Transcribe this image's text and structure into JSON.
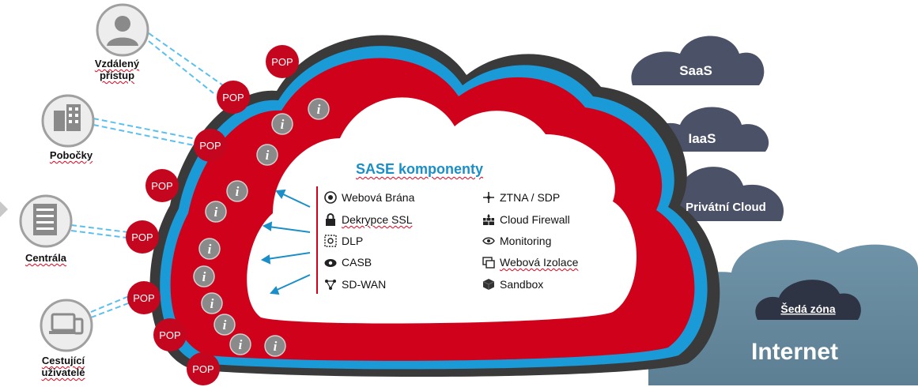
{
  "sites": [
    {
      "label_line1": "Vzdálený",
      "label_line2": "přístup",
      "icon": "user-icon"
    },
    {
      "label_line1": "Pobočky",
      "label_line2": "",
      "icon": "office-building-icon"
    },
    {
      "label_line1": "Centrála",
      "label_line2": "",
      "icon": "headquarters-building-icon"
    },
    {
      "label_line1": "Cestující",
      "label_line2": "uživatelé",
      "icon": "mobile-devices-icon"
    }
  ],
  "pop_label": "POP",
  "inspection_label": "i",
  "sase": {
    "title": "SASE komponenty",
    "left": [
      {
        "label": "Webová Brána",
        "icon": "web-gateway-icon"
      },
      {
        "label": "Dekrypce SSL",
        "icon": "lock-icon"
      },
      {
        "label": "DLP",
        "icon": "dlp-icon"
      },
      {
        "label": "CASB",
        "icon": "casb-eye-icon"
      },
      {
        "label": "SD-WAN",
        "icon": "sd-wan-icon"
      }
    ],
    "right": [
      {
        "label": "ZTNA / SDP",
        "icon": "ztna-arrows-icon"
      },
      {
        "label": "Cloud Firewall",
        "icon": "firewall-icon"
      },
      {
        "label": "Monitoring",
        "icon": "monitoring-eye-icon"
      },
      {
        "label": "Webová Izolace",
        "icon": "web-isolation-icon"
      },
      {
        "label": "Sandbox",
        "icon": "sandbox-cube-icon"
      }
    ]
  },
  "clouds": {
    "saas": "SaaS",
    "iaas": "IaaS",
    "private": "Privátní Cloud",
    "grey_zone": "Šedá zóna",
    "internet": "Internet"
  },
  "colors": {
    "red": "#d0021b",
    "blue": "#1a9ad6",
    "dark_grey_cloud": "#4b5166",
    "internet_cloud": "#6d8fa3",
    "inspection_grey": "#8a8a8a"
  }
}
